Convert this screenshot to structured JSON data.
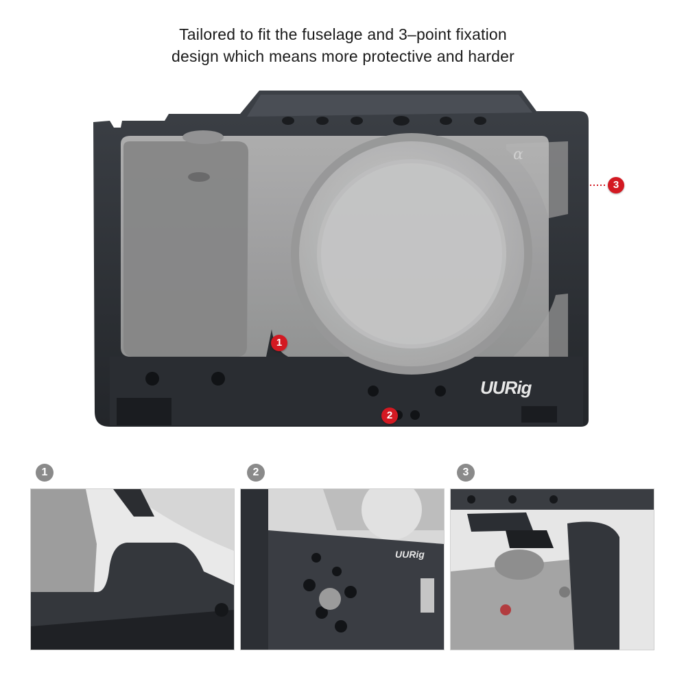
{
  "headline": {
    "line1": "Tailored to fit the fuselage and 3–point fixation",
    "line2": "design which means more protective and harder"
  },
  "hero": {
    "brand_logo": "UURig",
    "markers": [
      "1",
      "2",
      "3"
    ]
  },
  "details": [
    {
      "number": "1"
    },
    {
      "number": "2"
    },
    {
      "number": "3"
    }
  ],
  "colors": {
    "marker_red": "#d31922",
    "badge_gray": "#8a8a8a",
    "cage_dark": "#2f3237",
    "camera_gray": "#a9a9a9"
  }
}
